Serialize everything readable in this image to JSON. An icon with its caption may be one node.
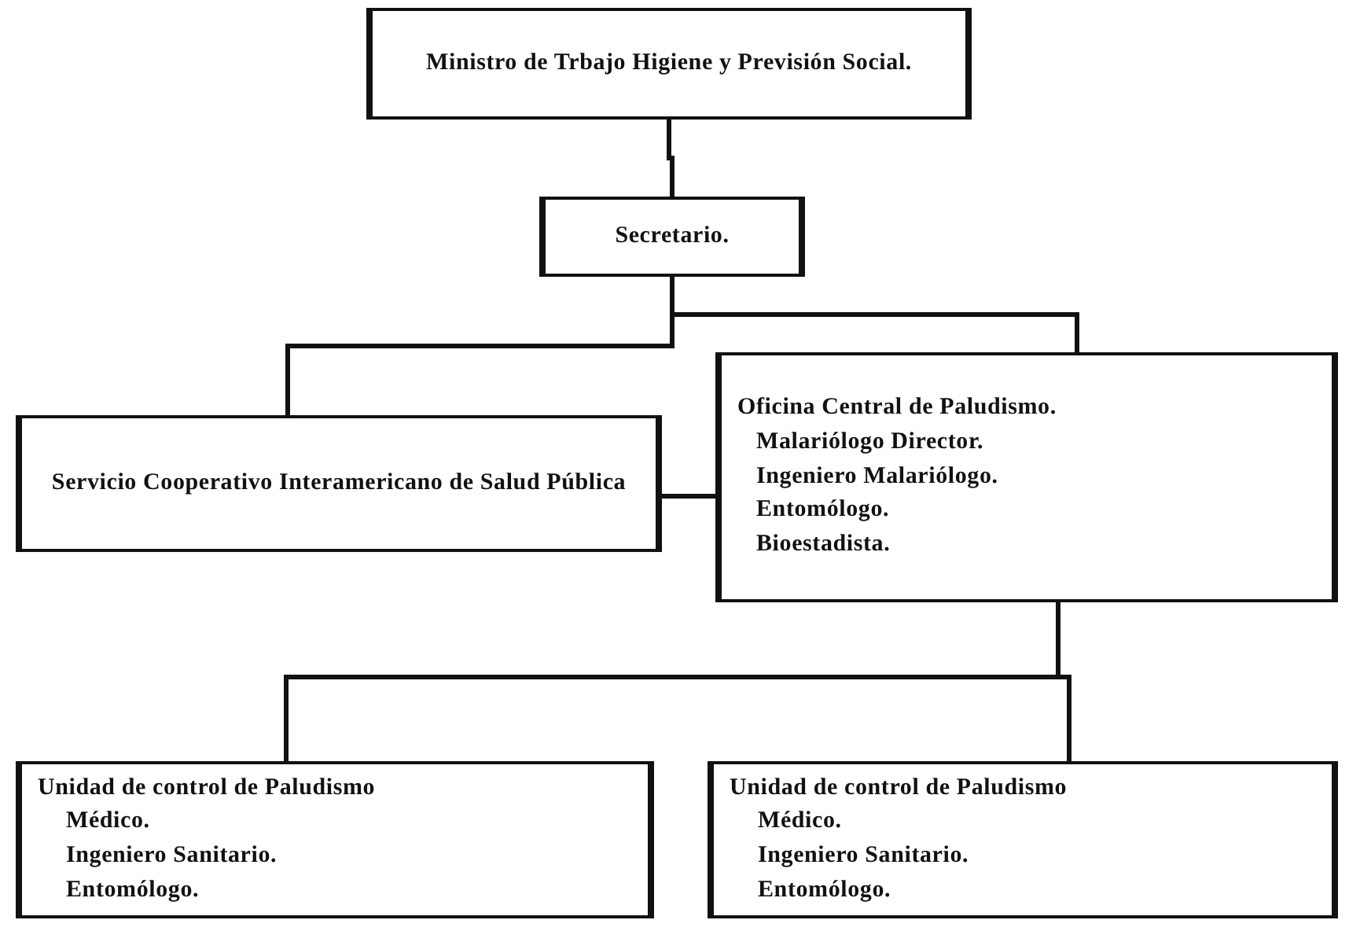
{
  "diagram": {
    "nodes": [
      {
        "text": [
          "Ministro de Trbajo Higiene y Previsión Social."
        ]
      },
      {
        "text": [
          "Secretario."
        ]
      },
      {
        "text": [
          "Servicio Cooperativo Interamericano de Salud Pública"
        ]
      },
      {
        "text": [
          "Oficina Central de Paludismo.",
          "Malariólogo Director.",
          "Ingeniero Malariólogo.",
          "Entomólogo.",
          "Bioestadista."
        ]
      },
      {
        "text": [
          "Unidad de control de Paludismo",
          "Médico.",
          "Ingeniero Sanitario.",
          "Entomólogo."
        ]
      },
      {
        "text": [
          "Unidad de control de Paludismo",
          "Médico.",
          "Ingeniero Sanitario.",
          "Entomólogo."
        ]
      }
    ],
    "edges": [
      {
        "from": 0,
        "to": 1,
        "arrow": "none"
      },
      {
        "from": 1,
        "to": 2,
        "arrow": "none"
      },
      {
        "from": 1,
        "to": 3,
        "arrow": "none"
      },
      {
        "from": 2,
        "to": 3,
        "arrow": "none"
      },
      {
        "from": 3,
        "to": 4,
        "arrow": "none"
      },
      {
        "from": 3,
        "to": 5,
        "arrow": "none"
      }
    ]
  }
}
